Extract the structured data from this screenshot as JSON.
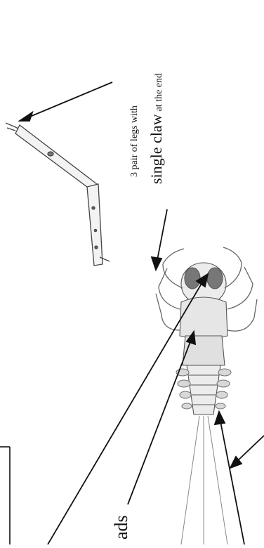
{
  "annotations": {
    "legs_label_prefix": "3 pair of legs with",
    "legs_label_emphasis": "single claw",
    "legs_label_suffix": "at the end",
    "pads_label": "ads"
  },
  "colors": {
    "ink": "#111111",
    "line": "#333333",
    "body_fill": "#e9e9e9",
    "background": "#ffffff"
  }
}
